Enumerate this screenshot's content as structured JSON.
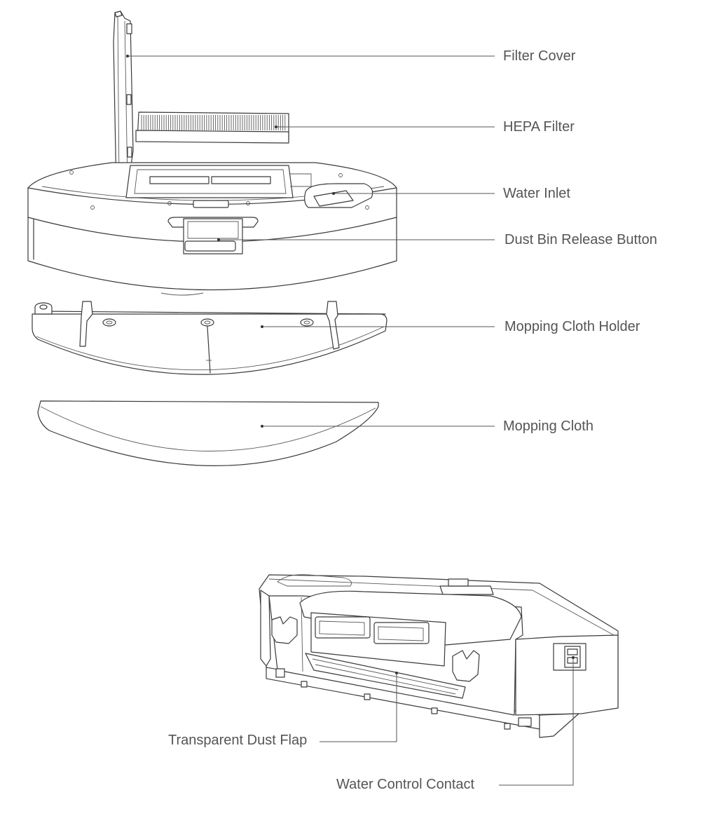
{
  "labels": {
    "filter_cover": "Filter Cover",
    "hepa_filter": "HEPA Filter",
    "water_inlet": "Water Inlet",
    "dust_bin_release_button": "Dust Bin Release Button",
    "mopping_cloth_holder": "Mopping Cloth Holder",
    "mopping_cloth": "Mopping Cloth",
    "transparent_dust_flap": "Transparent Dust Flap",
    "water_control_contact": "Water Control Contact"
  },
  "colors": {
    "line": "#3a3a3a",
    "label_text": "#555555",
    "background": "#ffffff"
  }
}
